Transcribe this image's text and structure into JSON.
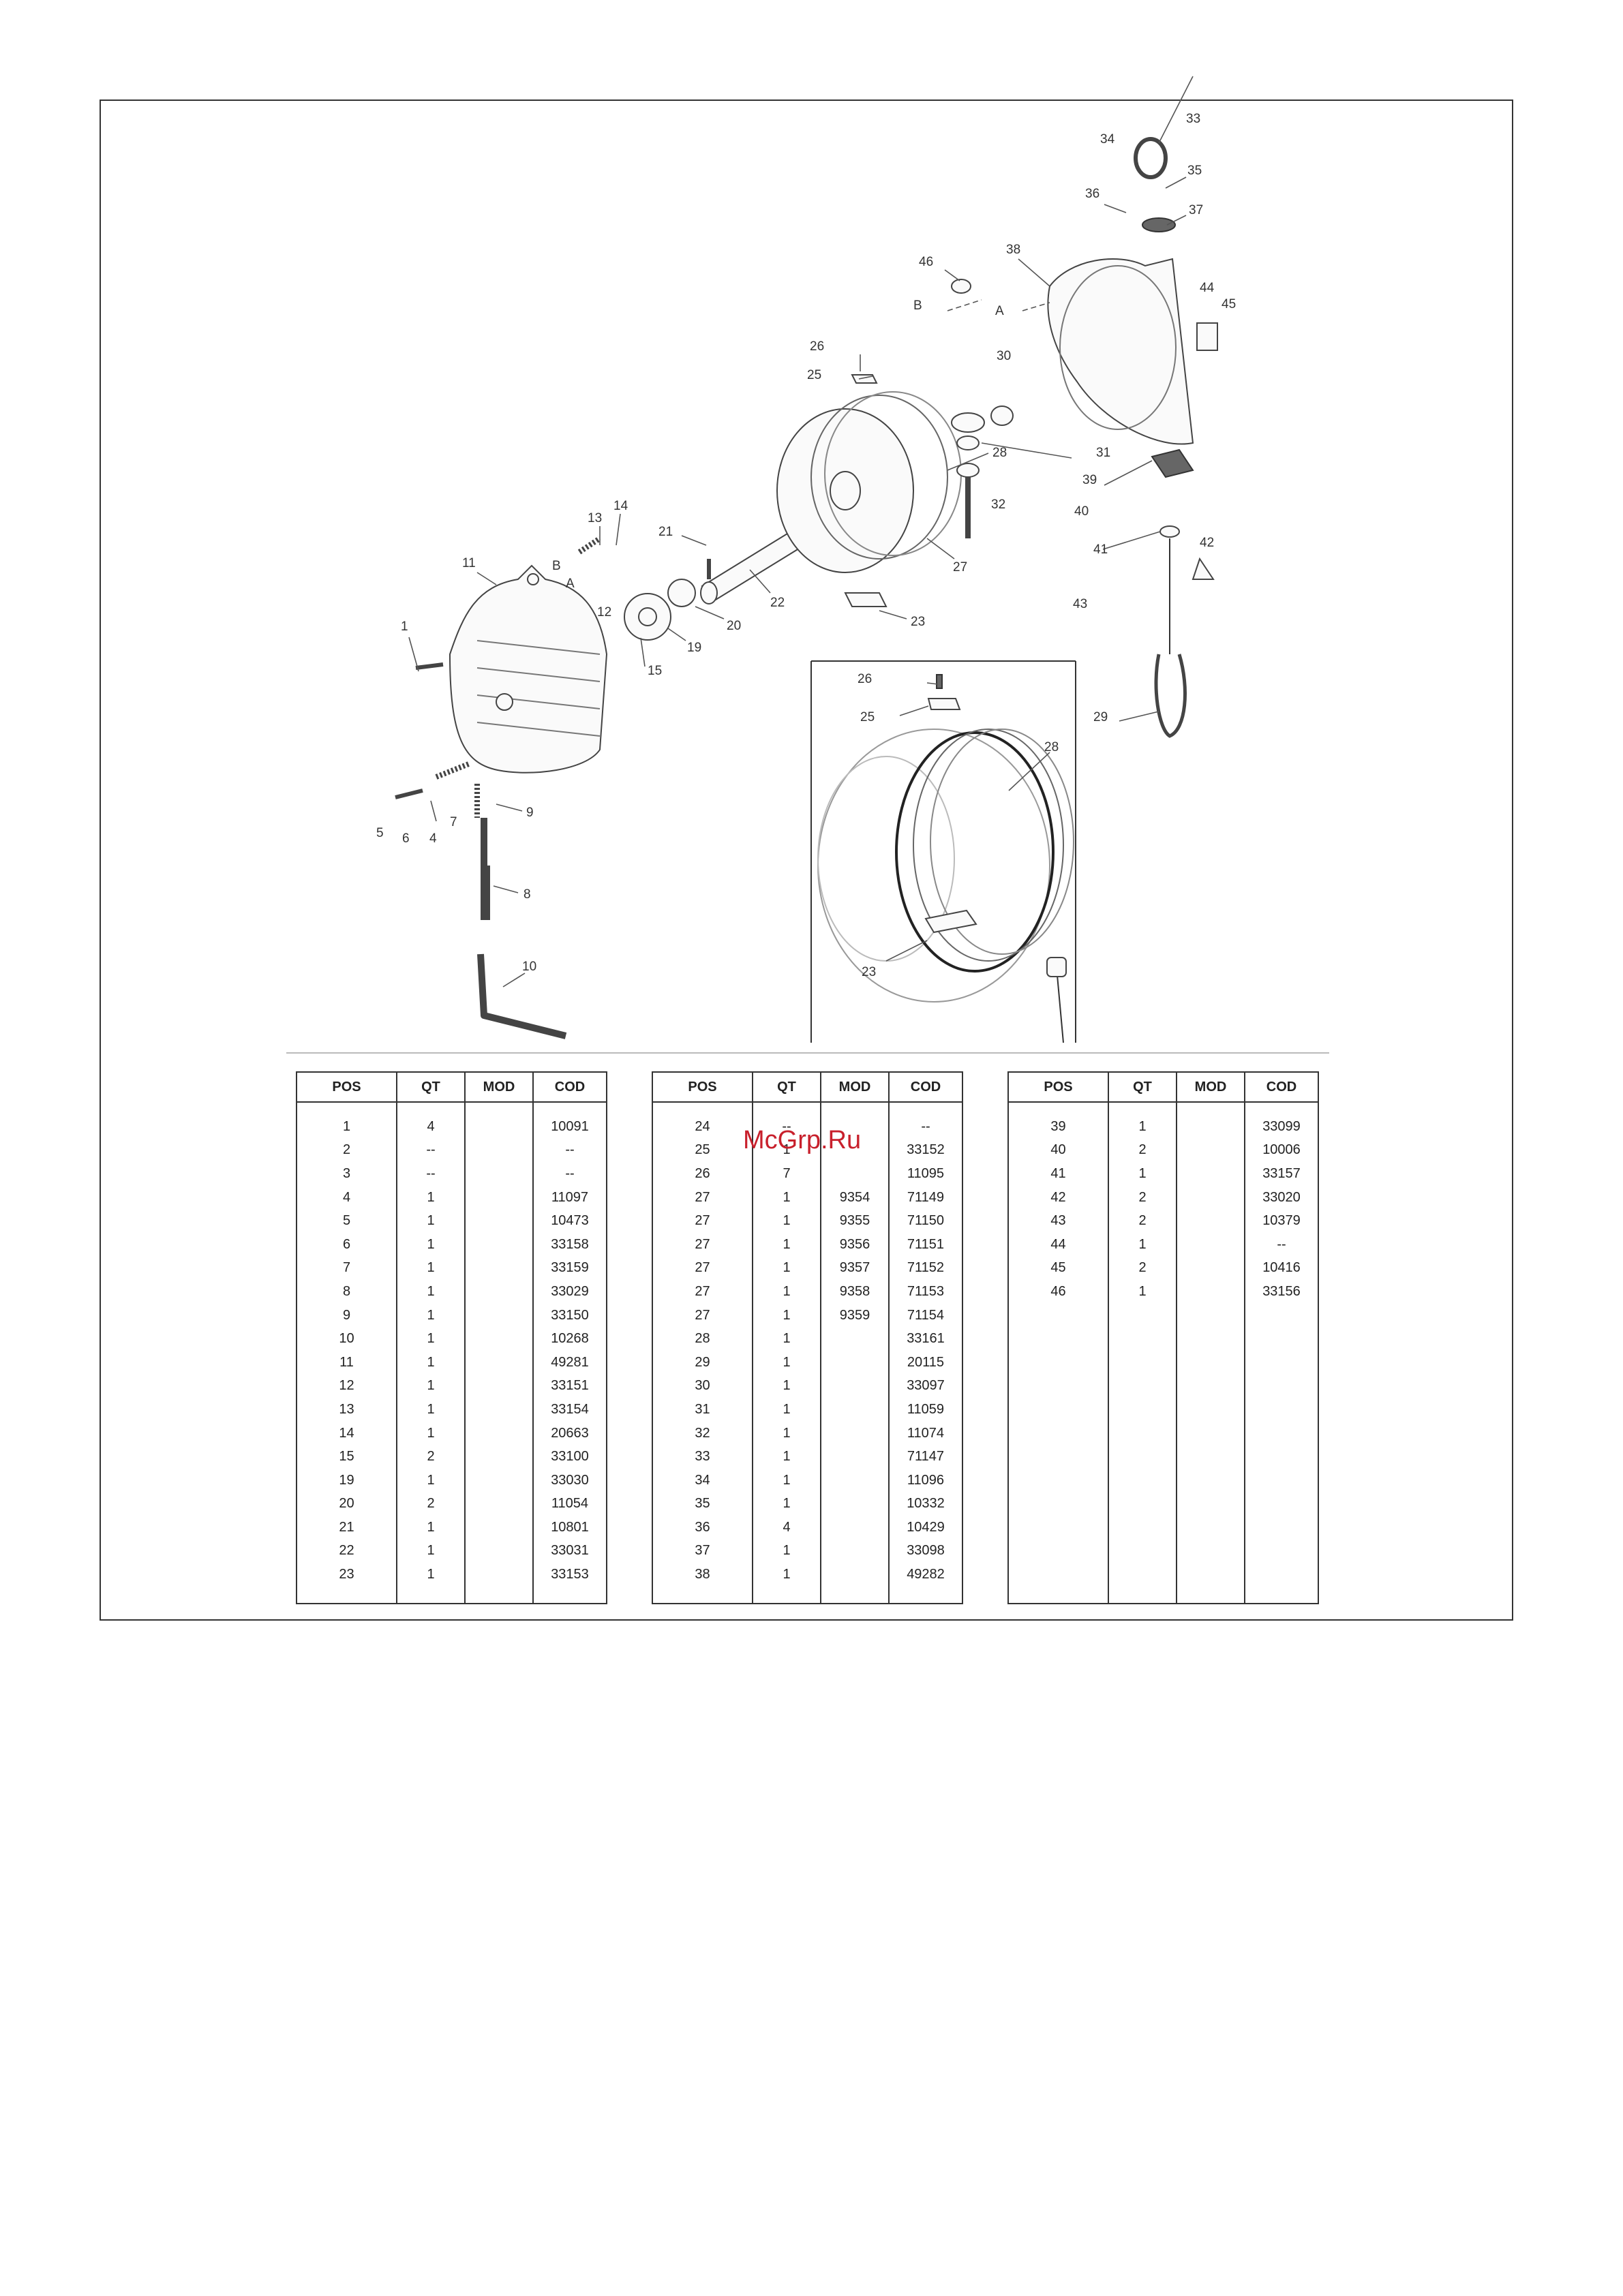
{
  "diagram": {
    "callouts": [
      "1",
      "4",
      "5",
      "6",
      "7",
      "8",
      "9",
      "10",
      "11",
      "12",
      "13",
      "14",
      "15",
      "19",
      "20",
      "21",
      "22",
      "23",
      "25",
      "26",
      "27",
      "28",
      "29",
      "30",
      "31",
      "32",
      "33",
      "34",
      "35",
      "36",
      "37",
      "38",
      "39",
      "40",
      "41",
      "42",
      "43",
      "44",
      "45",
      "46"
    ],
    "view_markers": [
      "A",
      "B"
    ],
    "detail_callouts": [
      "23",
      "25",
      "26",
      "28"
    ]
  },
  "watermark": "McGrp.Ru",
  "table_headers": [
    "POS",
    "QT",
    "MOD",
    "COD"
  ],
  "tables": [
    {
      "rows": [
        [
          "1",
          "4",
          "",
          "10091"
        ],
        [
          "2",
          "--",
          "",
          "--"
        ],
        [
          "3",
          "--",
          "",
          "--"
        ],
        [
          "4",
          "1",
          "",
          "11097"
        ],
        [
          "5",
          "1",
          "",
          "10473"
        ],
        [
          "6",
          "1",
          "",
          "33158"
        ],
        [
          "7",
          "1",
          "",
          "33159"
        ],
        [
          "8",
          "1",
          "",
          "33029"
        ],
        [
          "9",
          "1",
          "",
          "33150"
        ],
        [
          "10",
          "1",
          "",
          "10268"
        ],
        [
          "11",
          "1",
          "",
          "49281"
        ],
        [
          "12",
          "1",
          "",
          "33151"
        ],
        [
          "13",
          "1",
          "",
          "33154"
        ],
        [
          "14",
          "1",
          "",
          "20663"
        ],
        [
          "15",
          "2",
          "",
          "33100"
        ],
        [
          "19",
          "1",
          "",
          "33030"
        ],
        [
          "20",
          "2",
          "",
          "11054"
        ],
        [
          "21",
          "1",
          "",
          "10801"
        ],
        [
          "22",
          "1",
          "",
          "33031"
        ],
        [
          "23",
          "1",
          "",
          "33153"
        ]
      ]
    },
    {
      "rows": [
        [
          "24",
          "--",
          "",
          "--"
        ],
        [
          "25",
          "1",
          "",
          "33152"
        ],
        [
          "26",
          "7",
          "",
          "11095"
        ],
        [
          "27",
          "1",
          "9354",
          "71149"
        ],
        [
          "27",
          "1",
          "9355",
          "71150"
        ],
        [
          "27",
          "1",
          "9356",
          "71151"
        ],
        [
          "27",
          "1",
          "9357",
          "71152"
        ],
        [
          "27",
          "1",
          "9358",
          "71153"
        ],
        [
          "27",
          "1",
          "9359",
          "71154"
        ],
        [
          "28",
          "1",
          "",
          "33161"
        ],
        [
          "29",
          "1",
          "",
          "20115"
        ],
        [
          "30",
          "1",
          "",
          "33097"
        ],
        [
          "31",
          "1",
          "",
          "11059"
        ],
        [
          "32",
          "1",
          "",
          "11074"
        ],
        [
          "33",
          "1",
          "",
          "71147"
        ],
        [
          "34",
          "1",
          "",
          "11096"
        ],
        [
          "35",
          "1",
          "",
          "10332"
        ],
        [
          "36",
          "4",
          "",
          "10429"
        ],
        [
          "37",
          "1",
          "",
          "33098"
        ],
        [
          "38",
          "1",
          "",
          "49282"
        ]
      ]
    },
    {
      "rows": [
        [
          "39",
          "1",
          "",
          "33099"
        ],
        [
          "40",
          "2",
          "",
          "10006"
        ],
        [
          "41",
          "1",
          "",
          "33157"
        ],
        [
          "42",
          "2",
          "",
          "33020"
        ],
        [
          "43",
          "2",
          "",
          "10379"
        ],
        [
          "44",
          "1",
          "",
          "--"
        ],
        [
          "45",
          "2",
          "",
          "10416"
        ],
        [
          "46",
          "1",
          "",
          "33156"
        ]
      ]
    }
  ]
}
